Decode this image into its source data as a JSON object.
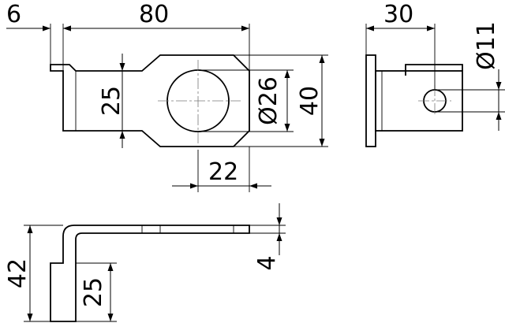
{
  "drawing": {
    "title": "",
    "dimensions": {
      "tab_width": "6",
      "overall_length": "80",
      "bracket_width": "25",
      "hole_diameter": "Ø26",
      "head_height": "40",
      "hole_offset": "22",
      "side_depth": "30",
      "small_hole_diameter": "Ø11",
      "total_height": "42",
      "plate_thickness": "4",
      "leg_height": "25"
    }
  }
}
